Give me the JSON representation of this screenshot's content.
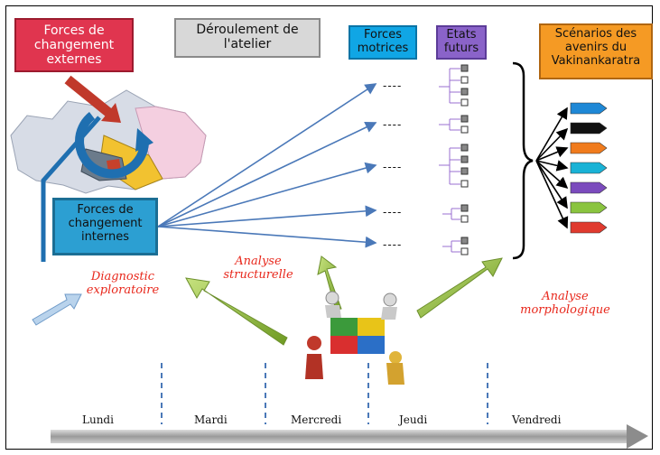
{
  "boxes": {
    "forces_externes": [
      "Forces de",
      "changement",
      "externes"
    ],
    "deroulement": [
      "Déroulement de",
      "l'atelier"
    ],
    "forces_motrices": [
      "Forces",
      "motrices"
    ],
    "etats_futurs": [
      "Etats",
      "futurs"
    ],
    "scenarios": [
      "Scénarios des",
      "avenirs du",
      "Vakinankaratra"
    ],
    "forces_internes": [
      "Forces de",
      "changement",
      "internes"
    ]
  },
  "phases": {
    "diagnostic": [
      "Diagnostic",
      "exploratoire"
    ],
    "structurelle": [
      "Analyse",
      "structurelle"
    ],
    "morphologique": [
      "Analyse",
      "morphologique"
    ]
  },
  "forces_dashes": [
    "----",
    "----",
    "----",
    "----",
    "----"
  ],
  "days": [
    "Lundi",
    "Mardi",
    "Mercredi",
    "Jeudi",
    "Vendredi"
  ],
  "colors": {
    "externes": "#e0354f",
    "motrices": "#10a6e5",
    "etats": "#8a63c9",
    "scenarios": "#f59a24",
    "internes": "#2c9fd2",
    "phase_text": "#e8281c",
    "scenario_bars": [
      "#1e88d6",
      "#111111",
      "#f07b1d",
      "#19b2d6",
      "#7b4bbd",
      "#8ac43f",
      "#e03a2e"
    ]
  },
  "icons": {
    "map": "region-map-icon",
    "cycle": "circular-arrow-icon",
    "puzzle": "puzzle-team-icon"
  }
}
